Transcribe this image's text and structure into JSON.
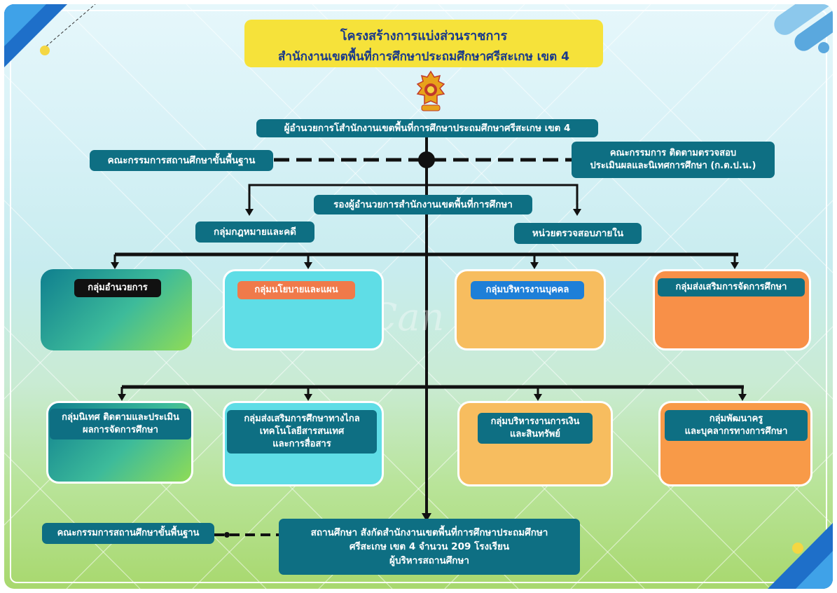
{
  "title": {
    "line1": "โครงสร้างการแบ่งส่วนราชการ",
    "line2": "สำนักงานเขตพื้นที่การศึกษาประถมศึกษาศรีสะเกษ เขต 4"
  },
  "director": "ผู้อำนวยการโสำนักงานเขตพื้นที่การศึกษาประถมศึกษาศรีสะเกษ เขต 4",
  "committee_left": "คณะกรรมการสถานศึกษาขั้นพื้นฐาน",
  "committee_right": {
    "line1": "คณะกรรมการ ติดตามตรวจสอบ",
    "line2": "ประเมินผลและนิเทศการศึกษา (ก.ต.ป.น.)"
  },
  "deputy": "รองผู้อำนวยการสำนักงานเขตพื้นที่การศึกษา",
  "legal_group": "กลุ่มกฎหมายและคดี",
  "audit_unit": "หน่วยตรวจสอบภายใน",
  "groups_row1": [
    {
      "label": "กลุ่มอำนวยการ",
      "card_color": "green-teal",
      "label_color": "#111111"
    },
    {
      "label": "กลุ่มนโยบายและแผน",
      "card_color": "cyan",
      "label_color": "#f07a4a"
    },
    {
      "label": "กลุ่มบริหารงานบุคคล",
      "card_color": "orange-light",
      "label_color": "#1e7fd8"
    },
    {
      "label": "กลุ่มส่งเสริมการจัดการศึกษา",
      "card_color": "orange",
      "label_color": "#0e6f83"
    }
  ],
  "groups_row2": [
    {
      "line1": "กลุ่มนิเทศ ติดตามและประเมิน",
      "line2": "ผลการจัดการศึกษา",
      "line3": ""
    },
    {
      "line1": "กลุ่มส่งเสริมการศึกษาทางไกล",
      "line2": "เทคโนโลยีสารสนเทศ",
      "line3": "และการสื่อสาร"
    },
    {
      "line1": "กลุ่มบริหารงานการเงิน",
      "line2": "และสินทรัพย์",
      "line3": ""
    },
    {
      "line1": "กลุ่มพัฒนาครู",
      "line2": "และบุคลากรทางการศึกษา",
      "line3": ""
    }
  ],
  "bottom_committee": "คณะกรรมการสถานศึกษาขั้นพื้นฐาน",
  "schools": {
    "line1": "สถานศึกษา สังกัดสำนักงานเขตพื้นที่การศึกษาประถมศึกษา",
    "line2": "ศรีสะเกษ เขต 4 จำนวน  209  โรงเรียน",
    "line3": "ผู้บริหารสถานศึกษา"
  },
  "colors": {
    "label_teal": "#0e6f83",
    "title_yellow": "#f6e23a",
    "title_text": "#1a3a8a",
    "line": "#111111"
  }
}
